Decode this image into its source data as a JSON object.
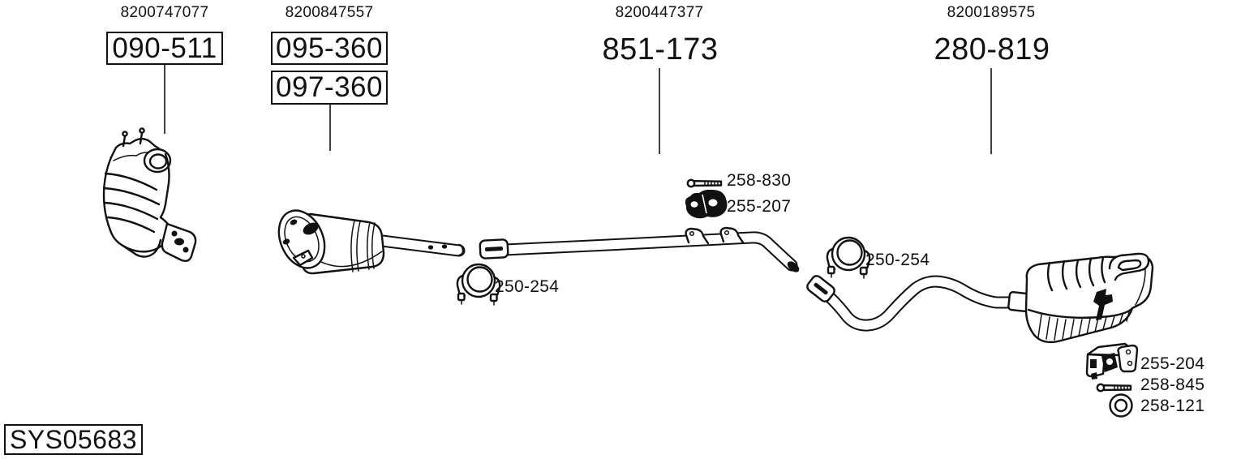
{
  "meta": {
    "background_color": "#ffffff",
    "line_color": "#111111",
    "diagram_type": "exhaust-system-parts-diagram"
  },
  "system": {
    "code": "SYS05683"
  },
  "groups": [
    {
      "oem_ref": "8200747077",
      "part_numbers": [
        "090-511"
      ],
      "boxed": true,
      "component": "catalytic-converter"
    },
    {
      "oem_ref": "8200847557",
      "part_numbers": [
        "095-360",
        "097-360"
      ],
      "boxed": true,
      "component": "center-catalyst-muffler"
    },
    {
      "oem_ref": "8200447377",
      "part_numbers": [
        "851-173"
      ],
      "boxed": false,
      "component": "intermediate-pipe"
    },
    {
      "oem_ref": "8200189575",
      "part_numbers": [
        "280-819"
      ],
      "boxed": false,
      "component": "rear-muffler"
    }
  ],
  "callouts": [
    {
      "part_number": "258-830",
      "icon": "bolt-icon"
    },
    {
      "part_number": "255-207",
      "icon": "rubber-mount-icon"
    },
    {
      "part_number": "250-254",
      "icon": "clamp-icon"
    },
    {
      "part_number": "250-254",
      "icon": "clamp-icon"
    },
    {
      "part_number": "255-204",
      "icon": "hanger-bracket-icon"
    },
    {
      "part_number": "258-845",
      "icon": "bolt-icon"
    },
    {
      "part_number": "258-121",
      "icon": "ring-icon"
    }
  ]
}
